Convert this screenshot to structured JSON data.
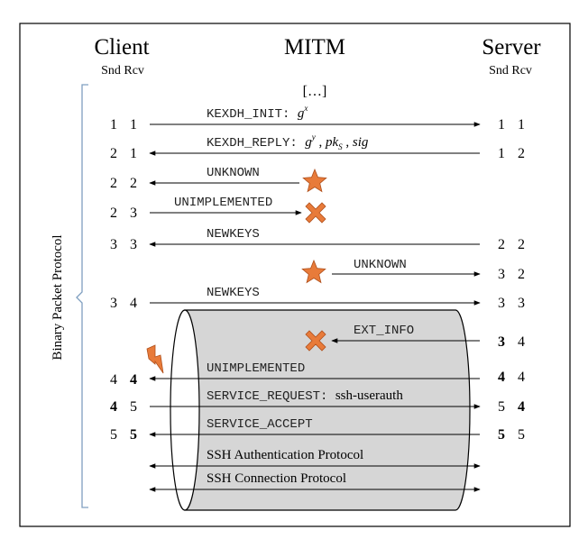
{
  "headers": {
    "client": "Client",
    "mitm": "MITM",
    "server": "Server",
    "client_sub": "Snd Rcv",
    "server_sub": "Snd Rcv"
  },
  "axis_label": "Binary Packet Protocol",
  "ellipsis": "[…]",
  "colors": {
    "marker_fill": "#e87b3a",
    "marker_stroke": "#b0501c",
    "tunnel_fill": "#d6d6d6",
    "bracket": "#7f9fc0"
  },
  "rows": {
    "kexdh_init": {
      "client": [
        "1",
        "1"
      ],
      "server": [
        "1",
        "1"
      ],
      "label": "KEXDH_INIT: ",
      "tail": "g",
      "sup": "x"
    },
    "kexdh_reply": {
      "client": [
        "2",
        "1"
      ],
      "server": [
        "1",
        "2"
      ],
      "label": "KEXDH_REPLY: ",
      "g": "g",
      "gsup": "y",
      "comma1": " , ",
      "pk": "pk",
      "pksub": "S",
      "comma2": " , ",
      "sig": "sig"
    },
    "unknown_1": {
      "client": [
        "2",
        "2"
      ],
      "label": "UNKNOWN",
      "marker": "star"
    },
    "unimplemented_1": {
      "client": [
        "2",
        "3"
      ],
      "label": "UNIMPLEMENTED",
      "marker": "cross"
    },
    "newkeys_1": {
      "client": [
        "3",
        "3"
      ],
      "server": [
        "2",
        "2"
      ],
      "label": "NEWKEYS"
    },
    "unknown_2": {
      "server": [
        "3",
        "2"
      ],
      "label": "UNKNOWN",
      "marker": "star"
    },
    "newkeys_2": {
      "client": [
        "3",
        "4"
      ],
      "server": [
        "3",
        "3"
      ],
      "label": "NEWKEYS"
    },
    "ext_info": {
      "server": [
        "3",
        "4"
      ],
      "label": "EXT_INFO",
      "marker": "cross"
    },
    "unimplemented_2": {
      "client": [
        "4",
        "4"
      ],
      "server": [
        "4",
        "4"
      ],
      "label": "UNIMPLEMENTED",
      "marker": "lightning"
    },
    "service_request": {
      "client": [
        "4",
        "5"
      ],
      "server": [
        "5",
        "4"
      ],
      "label": "SERVICE_REQUEST: ",
      "tail": "ssh-userauth"
    },
    "service_accept": {
      "client": [
        "5",
        "5"
      ],
      "server": [
        "5",
        "5"
      ],
      "label": "SERVICE_ACCEPT"
    },
    "ssh_auth": {
      "label": "SSH Authentication Protocol"
    },
    "ssh_conn": {
      "label": "SSH Connection Protocol"
    }
  }
}
